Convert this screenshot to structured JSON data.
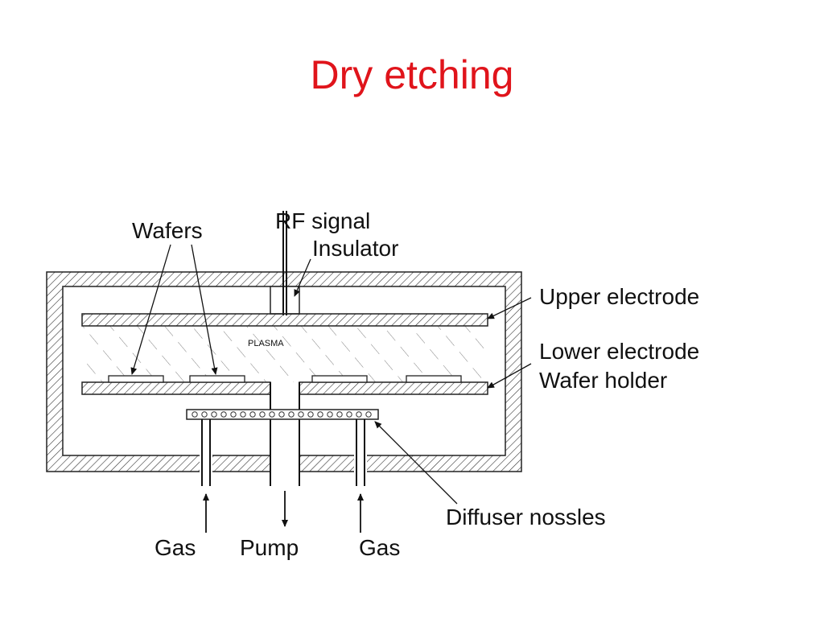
{
  "slide": {
    "title": "Dry etching",
    "title_color": "#e0141b"
  },
  "diagram": {
    "labels": {
      "wafers": "Wafers",
      "rf_signal": "RF signal",
      "insulator": "Insulator",
      "upper_electrode": "Upper electrode",
      "lower_electrode": "Lower electrode",
      "wafer_holder": "Wafer holder",
      "plasma": "PLASMA",
      "diffuser_nozzles": "Diffuser nossles",
      "gas_left": "Gas",
      "pump": "Pump",
      "gas_right": "Gas"
    },
    "line_color": "#222222"
  }
}
